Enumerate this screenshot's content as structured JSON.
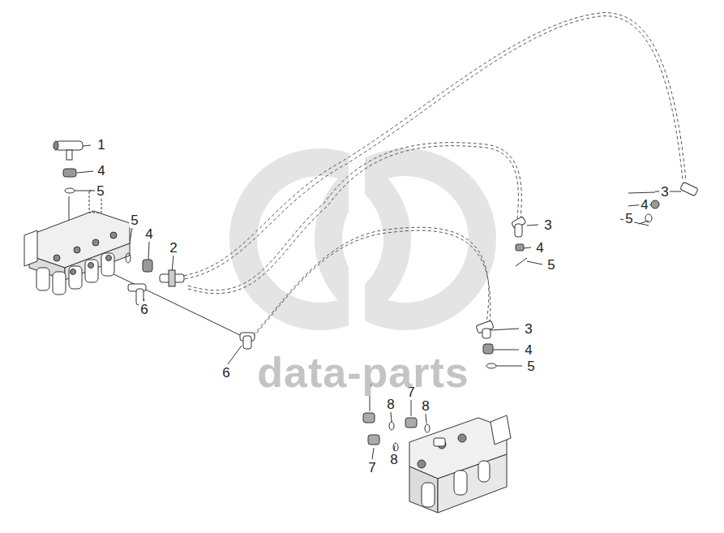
{
  "diagram": {
    "labels": [
      "1",
      "4",
      "5",
      "5",
      "4",
      "2",
      "6",
      "6",
      "3",
      "4",
      "5",
      "3",
      "4",
      "5",
      "3",
      "4",
      "5",
      "7",
      "8",
      "7",
      "8",
      "7",
      "8",
      "data-parts"
    ]
  }
}
